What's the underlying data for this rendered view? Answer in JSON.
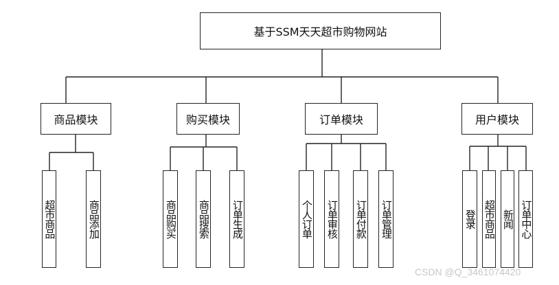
{
  "root": {
    "label": "基于SSM天天超市购物网站"
  },
  "modules": [
    {
      "label": "商品模块",
      "children": [
        "超市商品",
        "商品添加"
      ]
    },
    {
      "label": "购买模块",
      "children": [
        "商品购买",
        "商品搜索",
        "订单生成"
      ]
    },
    {
      "label": "订单模块",
      "children": [
        "个人订单",
        "订单审核",
        "订单付款",
        "订单管理"
      ]
    },
    {
      "label": "用户模块",
      "children": [
        "登录",
        "超市商品",
        "新闻",
        "订单中心"
      ]
    }
  ],
  "watermark": "CSDN @Q_3461074420"
}
